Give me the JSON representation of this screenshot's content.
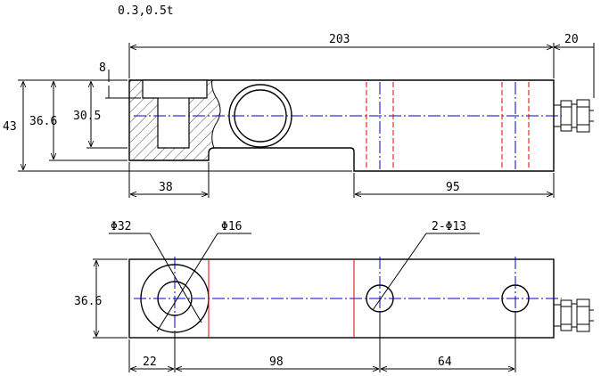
{
  "header": {
    "capacity_label": "0.3,0.5t"
  },
  "colors": {
    "line": "#000000",
    "center_line": "#0000cc",
    "hidden_line": "#dd0000"
  },
  "top_view": {
    "dims": {
      "overall_length": "203",
      "connector_length": "20",
      "total_height": "43",
      "mid_height": "36.6",
      "inner_height": "30.5",
      "counterbore_depth": "8",
      "left_section": "38",
      "right_section": "95"
    }
  },
  "bottom_view": {
    "dims": {
      "large_hole": "Φ32",
      "small_hole": "Φ16",
      "mount_holes": "2-Φ13",
      "width": "36.6",
      "offset_left": "22",
      "hole_spacing_1": "98",
      "hole_spacing_2": "64"
    }
  }
}
